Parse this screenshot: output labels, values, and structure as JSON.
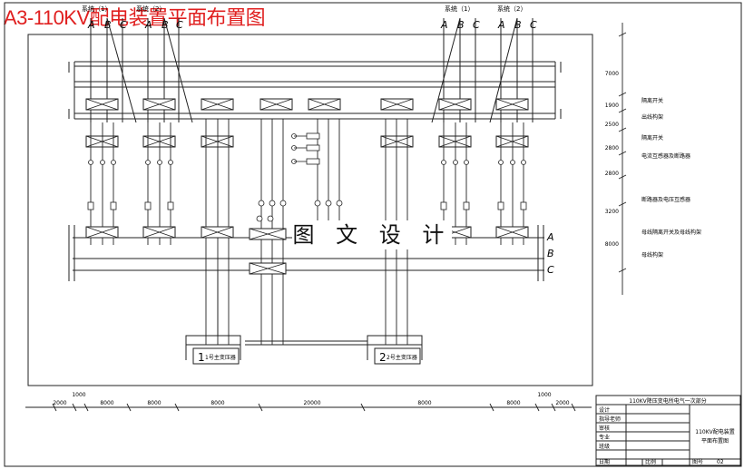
{
  "title": "A3-110KV配电装置平面布置图",
  "watermark": "图 文 设 计",
  "system_labels": [
    "系统（1）",
    "系统（2）",
    "系统（1）",
    "系统（2）"
  ],
  "phase_labels": [
    "A",
    "B",
    "C"
  ],
  "right_phase_labels": [
    "A",
    "B",
    "C"
  ],
  "transformers": [
    "1号主变压器",
    "2号主变压器"
  ],
  "transformer_numbers": [
    "1",
    "2"
  ],
  "right_dimensions": [
    "7000",
    "1900",
    "2500",
    "2800",
    "2800",
    "3200",
    "8000"
  ],
  "right_annotations": [
    "隔离开关",
    "出线构架",
    "隔离开关",
    "电流互感器及断路器",
    "断路器及电压互感器",
    "母线隔离开关及母线构架",
    "母线构架"
  ],
  "bottom_dimensions": [
    "1000",
    "2000",
    "8000",
    "8000",
    "8000",
    "20000",
    "8000",
    "8000",
    "1000",
    "2000"
  ],
  "title_block": {
    "header": "110KV降压变电所电气一次部分",
    "rows": [
      "设计",
      "指导老师",
      "审核",
      "专业",
      "班级",
      "日期"
    ],
    "drawing_name": [
      "110KV配电装置",
      "平面布置图"
    ],
    "scale_label": "比例",
    "sheet_label": "图号",
    "sheet_number": "02"
  }
}
